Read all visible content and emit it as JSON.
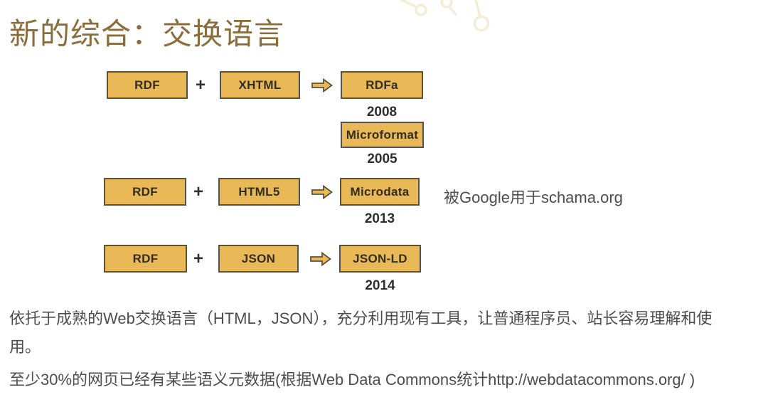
{
  "slide": {
    "title": "新的综合：交换语言",
    "title_color": "#8a6d3b",
    "background_color": "#ffffff"
  },
  "diagram": {
    "plus_sign": "+",
    "arrow_icon": "block-arrow-right",
    "box_fill_color": "#e9b958",
    "box_border_color": "#5a5140",
    "rows": [
      {
        "input1": "RDF",
        "input2": "XHTML",
        "output": "RDFa",
        "output_year": "2008",
        "related_box": "Microformat",
        "related_year": "2005"
      },
      {
        "input1": "RDF",
        "input2": "HTML5",
        "output": "Microdata",
        "output_year": "2013",
        "note": "被Google用于schama.org"
      },
      {
        "input1": "RDF",
        "input2": "JSON",
        "output": "JSON-LD",
        "output_year": "2014"
      }
    ]
  },
  "paragraphs": {
    "p1": "依托于成熟的Web交换语言（HTML，JSON），充分利用现有工具，让普通程序员、站长容易理解和使用。",
    "p2": "至少30%的网页已经有某些语义元数据(根据Web Data Commons统计http://webdatacommons.org/ )"
  }
}
